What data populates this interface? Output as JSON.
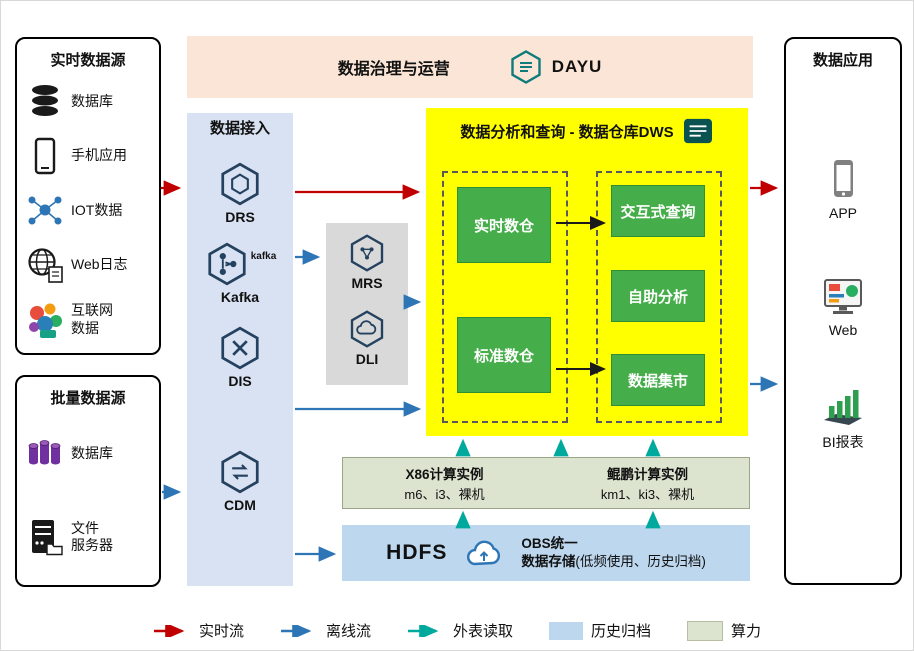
{
  "governance": {
    "title": "数据治理与运营",
    "logo_text": "DAYU"
  },
  "realtime_sources": {
    "title": "实时数据源",
    "items": [
      {
        "label": "数据库",
        "icon": "database-icon"
      },
      {
        "label": "手机应用",
        "icon": "phone-icon"
      },
      {
        "label": "IOT数据",
        "icon": "iot-icon"
      },
      {
        "label": "Web日志",
        "icon": "web-log-icon"
      },
      {
        "label": "互联网\n数据",
        "icon": "internet-data-icon"
      }
    ]
  },
  "batch_sources": {
    "title": "批量数据源",
    "items": [
      {
        "label": "数据库",
        "icon": "batch-database-icon"
      },
      {
        "label": "文件\n服务器",
        "icon": "file-server-icon"
      }
    ]
  },
  "ingestion": {
    "title": "数据接入",
    "items": [
      {
        "label": "DRS"
      },
      {
        "label": "Kafka",
        "logo_text": "kafka"
      },
      {
        "label": "DIS"
      },
      {
        "label": "CDM"
      }
    ]
  },
  "processing": {
    "items": [
      {
        "label": "MRS"
      },
      {
        "label": "DLI"
      }
    ]
  },
  "dws": {
    "title": "数据分析和查询 - 数据仓库DWS",
    "warehouses": [
      {
        "label": "实时数仓"
      },
      {
        "label": "标准数仓"
      }
    ],
    "services": [
      {
        "label": "交互式查询"
      },
      {
        "label": "自助分析"
      },
      {
        "label": "数据集市"
      }
    ]
  },
  "compute": {
    "instances": [
      {
        "title": "X86计算实例",
        "subtitle": "m6、i3、裸机"
      },
      {
        "title": "鲲鹏计算实例",
        "subtitle": "km1、ki3、裸机"
      }
    ]
  },
  "storage": {
    "hdfs": "HDFS",
    "obs_line1": "OBS统一",
    "obs_line2": "数据存储",
    "obs_note": "(低频使用、历史归档)"
  },
  "applications": {
    "title": "数据应用",
    "items": [
      {
        "label": "APP",
        "icon": "app-phone-icon"
      },
      {
        "label": "Web",
        "icon": "web-monitor-icon"
      },
      {
        "label": "BI报表",
        "icon": "bi-chart-icon"
      }
    ]
  },
  "legend": {
    "items": [
      {
        "label": "实时流",
        "kind": "arrow",
        "color": "#C00000"
      },
      {
        "label": "离线流",
        "kind": "arrow",
        "color": "#2E75B6"
      },
      {
        "label": "外表读取",
        "kind": "arrow",
        "color": "#00A99D"
      },
      {
        "label": "历史归档",
        "kind": "swatch",
        "color": "#BDD7EE"
      },
      {
        "label": "算力",
        "kind": "swatch",
        "color": "#DCE3CF"
      }
    ]
  }
}
